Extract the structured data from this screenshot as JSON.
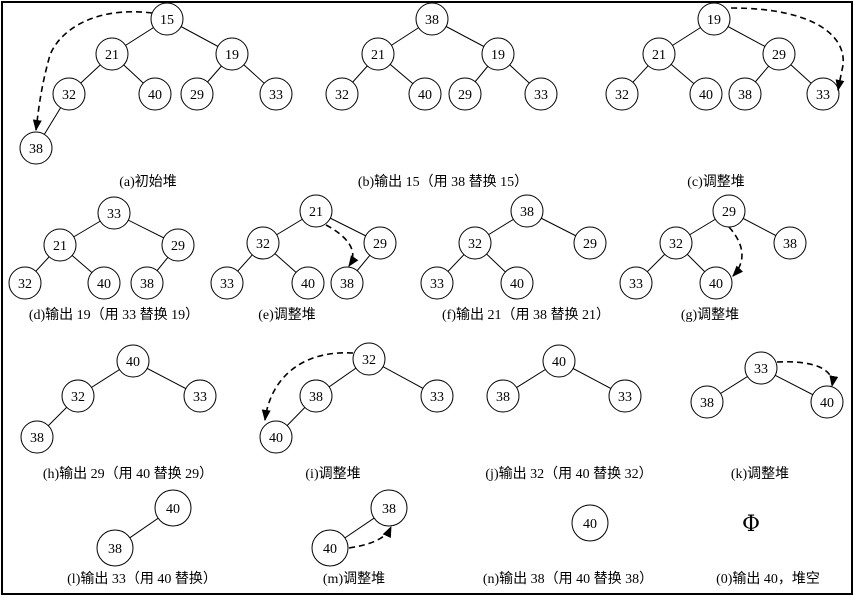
{
  "panels": [
    {
      "id": "a",
      "caption": "(a)初始堆",
      "nodes": [
        {
          "id": "n1",
          "label": "15"
        },
        {
          "id": "n2",
          "label": "21"
        },
        {
          "id": "n3",
          "label": "19"
        },
        {
          "id": "n4",
          "label": "32"
        },
        {
          "id": "n5",
          "label": "40"
        },
        {
          "id": "n6",
          "label": "29"
        },
        {
          "id": "n7",
          "label": "33"
        },
        {
          "id": "n8",
          "label": "38"
        }
      ],
      "edges": [
        [
          "n1",
          "n2"
        ],
        [
          "n1",
          "n3"
        ],
        [
          "n2",
          "n4"
        ],
        [
          "n2",
          "n5"
        ],
        [
          "n3",
          "n6"
        ],
        [
          "n3",
          "n7"
        ],
        [
          "n4",
          "n8"
        ]
      ],
      "swap": [
        "n1",
        "n8"
      ]
    },
    {
      "id": "b",
      "caption": "(b)输出 15（用 38 替换 15）",
      "nodes": [
        {
          "id": "n1",
          "label": "38"
        },
        {
          "id": "n2",
          "label": "21"
        },
        {
          "id": "n3",
          "label": "19"
        },
        {
          "id": "n4",
          "label": "32"
        },
        {
          "id": "n5",
          "label": "40"
        },
        {
          "id": "n6",
          "label": "29"
        },
        {
          "id": "n7",
          "label": "33"
        }
      ],
      "edges": [
        [
          "n1",
          "n2"
        ],
        [
          "n1",
          "n3"
        ],
        [
          "n2",
          "n4"
        ],
        [
          "n2",
          "n5"
        ],
        [
          "n3",
          "n6"
        ],
        [
          "n3",
          "n7"
        ]
      ],
      "swap": null
    },
    {
      "id": "c",
      "caption": "(c)调整堆",
      "nodes": [
        {
          "id": "n1",
          "label": "19"
        },
        {
          "id": "n2",
          "label": "21"
        },
        {
          "id": "n3",
          "label": "29"
        },
        {
          "id": "n4",
          "label": "32"
        },
        {
          "id": "n5",
          "label": "40"
        },
        {
          "id": "n6",
          "label": "38"
        },
        {
          "id": "n7",
          "label": "33"
        }
      ],
      "edges": [
        [
          "n1",
          "n2"
        ],
        [
          "n1",
          "n3"
        ],
        [
          "n2",
          "n4"
        ],
        [
          "n2",
          "n5"
        ],
        [
          "n3",
          "n6"
        ],
        [
          "n3",
          "n7"
        ]
      ],
      "swap": [
        "n1",
        "n7"
      ]
    },
    {
      "id": "d",
      "caption": "(d)输出 19（用 33 替换 19）",
      "nodes": [
        {
          "id": "n1",
          "label": "33"
        },
        {
          "id": "n2",
          "label": "21"
        },
        {
          "id": "n3",
          "label": "29"
        },
        {
          "id": "n4",
          "label": "32"
        },
        {
          "id": "n5",
          "label": "40"
        },
        {
          "id": "n6",
          "label": "38"
        }
      ],
      "edges": [
        [
          "n1",
          "n2"
        ],
        [
          "n1",
          "n3"
        ],
        [
          "n2",
          "n4"
        ],
        [
          "n2",
          "n5"
        ],
        [
          "n3",
          "n6"
        ]
      ],
      "swap": null
    },
    {
      "id": "e",
      "caption": "(e)调整堆",
      "nodes": [
        {
          "id": "n1",
          "label": "21"
        },
        {
          "id": "n2",
          "label": "32"
        },
        {
          "id": "n3",
          "label": "29"
        },
        {
          "id": "n4",
          "label": "33"
        },
        {
          "id": "n5",
          "label": "40"
        },
        {
          "id": "n6",
          "label": "38"
        }
      ],
      "edges": [
        [
          "n1",
          "n2"
        ],
        [
          "n1",
          "n3"
        ],
        [
          "n2",
          "n4"
        ],
        [
          "n2",
          "n5"
        ],
        [
          "n3",
          "n6"
        ]
      ],
      "swap": [
        "n1",
        "n6"
      ]
    },
    {
      "id": "f",
      "caption": "(f)输出 21（用 38 替换 21）",
      "nodes": [
        {
          "id": "n1",
          "label": "38"
        },
        {
          "id": "n2",
          "label": "32"
        },
        {
          "id": "n3",
          "label": "29"
        },
        {
          "id": "n4",
          "label": "33"
        },
        {
          "id": "n5",
          "label": "40"
        }
      ],
      "edges": [
        [
          "n1",
          "n2"
        ],
        [
          "n1",
          "n3"
        ],
        [
          "n2",
          "n4"
        ],
        [
          "n2",
          "n5"
        ]
      ],
      "swap": null
    },
    {
      "id": "g",
      "caption": "(g)调整堆",
      "nodes": [
        {
          "id": "n1",
          "label": "29"
        },
        {
          "id": "n2",
          "label": "32"
        },
        {
          "id": "n3",
          "label": "38"
        },
        {
          "id": "n4",
          "label": "33"
        },
        {
          "id": "n5",
          "label": "40"
        }
      ],
      "edges": [
        [
          "n1",
          "n2"
        ],
        [
          "n1",
          "n3"
        ],
        [
          "n2",
          "n4"
        ],
        [
          "n2",
          "n5"
        ]
      ],
      "swap": [
        "n1",
        "n5"
      ]
    },
    {
      "id": "h",
      "caption": "(h)输出 29（用 40 替换 29）",
      "nodes": [
        {
          "id": "n1",
          "label": "40"
        },
        {
          "id": "n2",
          "label": "32"
        },
        {
          "id": "n3",
          "label": "33"
        },
        {
          "id": "n4",
          "label": "38"
        }
      ],
      "edges": [
        [
          "n1",
          "n2"
        ],
        [
          "n1",
          "n3"
        ],
        [
          "n2",
          "n4"
        ]
      ],
      "swap": null
    },
    {
      "id": "i",
      "caption": "(i)调整堆",
      "nodes": [
        {
          "id": "n1",
          "label": "32"
        },
        {
          "id": "n2",
          "label": "38"
        },
        {
          "id": "n3",
          "label": "33"
        },
        {
          "id": "n4",
          "label": "40"
        }
      ],
      "edges": [
        [
          "n1",
          "n2"
        ],
        [
          "n1",
          "n3"
        ],
        [
          "n2",
          "n4"
        ]
      ],
      "swap": [
        "n1",
        "n4"
      ]
    },
    {
      "id": "j",
      "caption": "(j)输出 32（用 40 替换 32）",
      "nodes": [
        {
          "id": "n1",
          "label": "40"
        },
        {
          "id": "n2",
          "label": "38"
        },
        {
          "id": "n3",
          "label": "33"
        }
      ],
      "edges": [
        [
          "n1",
          "n2"
        ],
        [
          "n1",
          "n3"
        ]
      ],
      "swap": null
    },
    {
      "id": "k",
      "caption": "(k)调整堆",
      "nodes": [
        {
          "id": "n1",
          "label": "33"
        },
        {
          "id": "n2",
          "label": "38"
        },
        {
          "id": "n3",
          "label": "40"
        }
      ],
      "edges": [
        [
          "n1",
          "n2"
        ],
        [
          "n1",
          "n3"
        ]
      ],
      "swap": [
        "n1",
        "n3"
      ]
    },
    {
      "id": "l",
      "caption": "(l)输出 33（用 40 替换）",
      "nodes": [
        {
          "id": "n1",
          "label": "40"
        },
        {
          "id": "n2",
          "label": "38"
        }
      ],
      "edges": [
        [
          "n1",
          "n2"
        ]
      ],
      "swap": null
    },
    {
      "id": "m",
      "caption": "(m)调整堆",
      "nodes": [
        {
          "id": "n1",
          "label": "38"
        },
        {
          "id": "n2",
          "label": "40"
        }
      ],
      "edges": [
        [
          "n1",
          "n2"
        ]
      ],
      "swap": [
        "n2",
        "n1"
      ]
    },
    {
      "id": "n",
      "caption": "(n)输出 38（用 40 替换 38）",
      "nodes": [
        {
          "id": "n1",
          "label": "40"
        }
      ],
      "edges": [],
      "swap": null
    },
    {
      "id": "o",
      "caption": "(0)输出 40，堆空",
      "empty_symbol": "Φ",
      "nodes": [],
      "edges": [],
      "swap": null
    }
  ]
}
